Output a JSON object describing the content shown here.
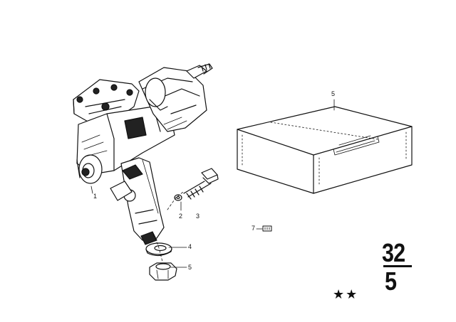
{
  "callouts": {
    "c1": "1",
    "c2": "2",
    "c3": "3",
    "c4": "4",
    "c5a": "5",
    "c5b": "5",
    "c7": "7"
  },
  "group": {
    "main": "32",
    "sub": "5",
    "marks": "★★"
  }
}
